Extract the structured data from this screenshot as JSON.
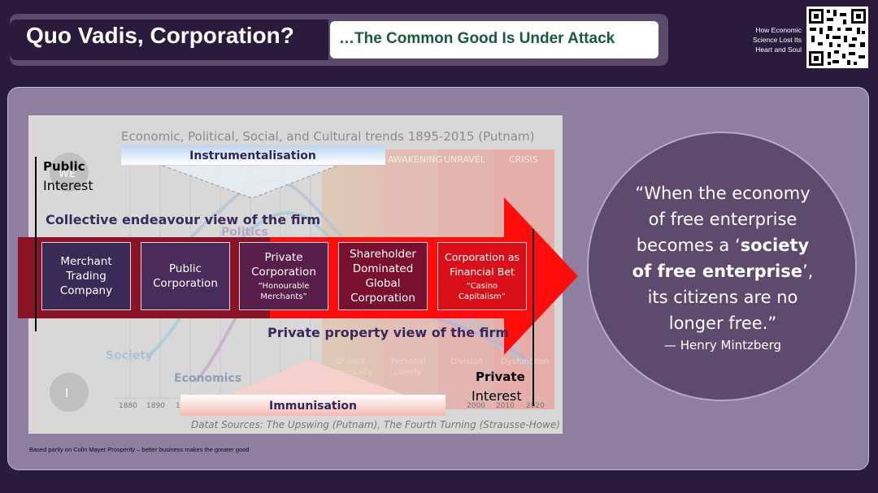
{
  "header": {
    "title": "Quo Vadis, Corporation?",
    "subtitle": "…The Common Good Is Under Attack",
    "book_line1": "How Economic",
    "book_line2": "Science Lost Its",
    "book_line3": "Heart and Soul"
  },
  "diagram": {
    "chart_title": "Economic, Political, Social, and Cultural trends 1895-2015 (Putnam)",
    "instrumentalisation": "Instrumentalisation",
    "immunisation": "Immunisation",
    "public": "Public",
    "interest_left": "Interest",
    "private": "Private",
    "interest_right": "Interest",
    "collective_view": "Collective endeavour view of the firm",
    "private_view": "Private property view of the firm",
    "bg_politics": "Politics",
    "bg_society": "Society",
    "bg_economics": "Economics",
    "bg_we": "WE",
    "bg_i": "I",
    "bg_awakening": "AWAKENING",
    "bg_unravel": "UNRAVEL",
    "bg_crisis": "CRISIS",
    "bg_shared": "Shared",
    "bg_prosperity": "Prosperity",
    "bg_personal": "Personal",
    "bg_liberty": "Liberty",
    "bg_division": "Division",
    "bg_dysfunction": "Dysfunction",
    "years": [
      "1880",
      "1890",
      "19",
      "2000",
      "2010",
      "2020"
    ],
    "sources": "Datat Sources: The Upswing (Putnam), The Fourth Turning (Strausse-Howe)",
    "stages": [
      {
        "line1": "Merchant",
        "line2": "Trading",
        "line3": "Company",
        "small1": "",
        "small2": ""
      },
      {
        "line1": "Public",
        "line2": "Corporation",
        "line3": "",
        "small1": "",
        "small2": ""
      },
      {
        "line1": "Private",
        "line2": "Corporation",
        "line3": "",
        "small1": "“Honourable",
        "small2": "Merchants”"
      },
      {
        "line1": "Shareholder",
        "line2": "Dominated",
        "line3": "Global",
        "line4": "Corporation"
      },
      {
        "line1": "Corporation as",
        "line2": "Financial Bet",
        "line3": "",
        "small1": "“Casino",
        "small2": "Capitalism”"
      }
    ],
    "colors": {
      "arrow_red": "#ff0a0a",
      "dark_purple": "#2a1a3c"
    }
  },
  "quote": {
    "line1": "“When the economy",
    "line2": "of free enterprise",
    "line3a": "becomes a ‘",
    "line3b": "society",
    "line4a": "of free enterprise",
    "line4b": "’,",
    "line5": "its citizens are no",
    "line6": "longer free.”",
    "attribution": "— Henry Mintzberg"
  },
  "footnote": "Based partly on Colin Mayer Prosperity – better business makes the greater good"
}
